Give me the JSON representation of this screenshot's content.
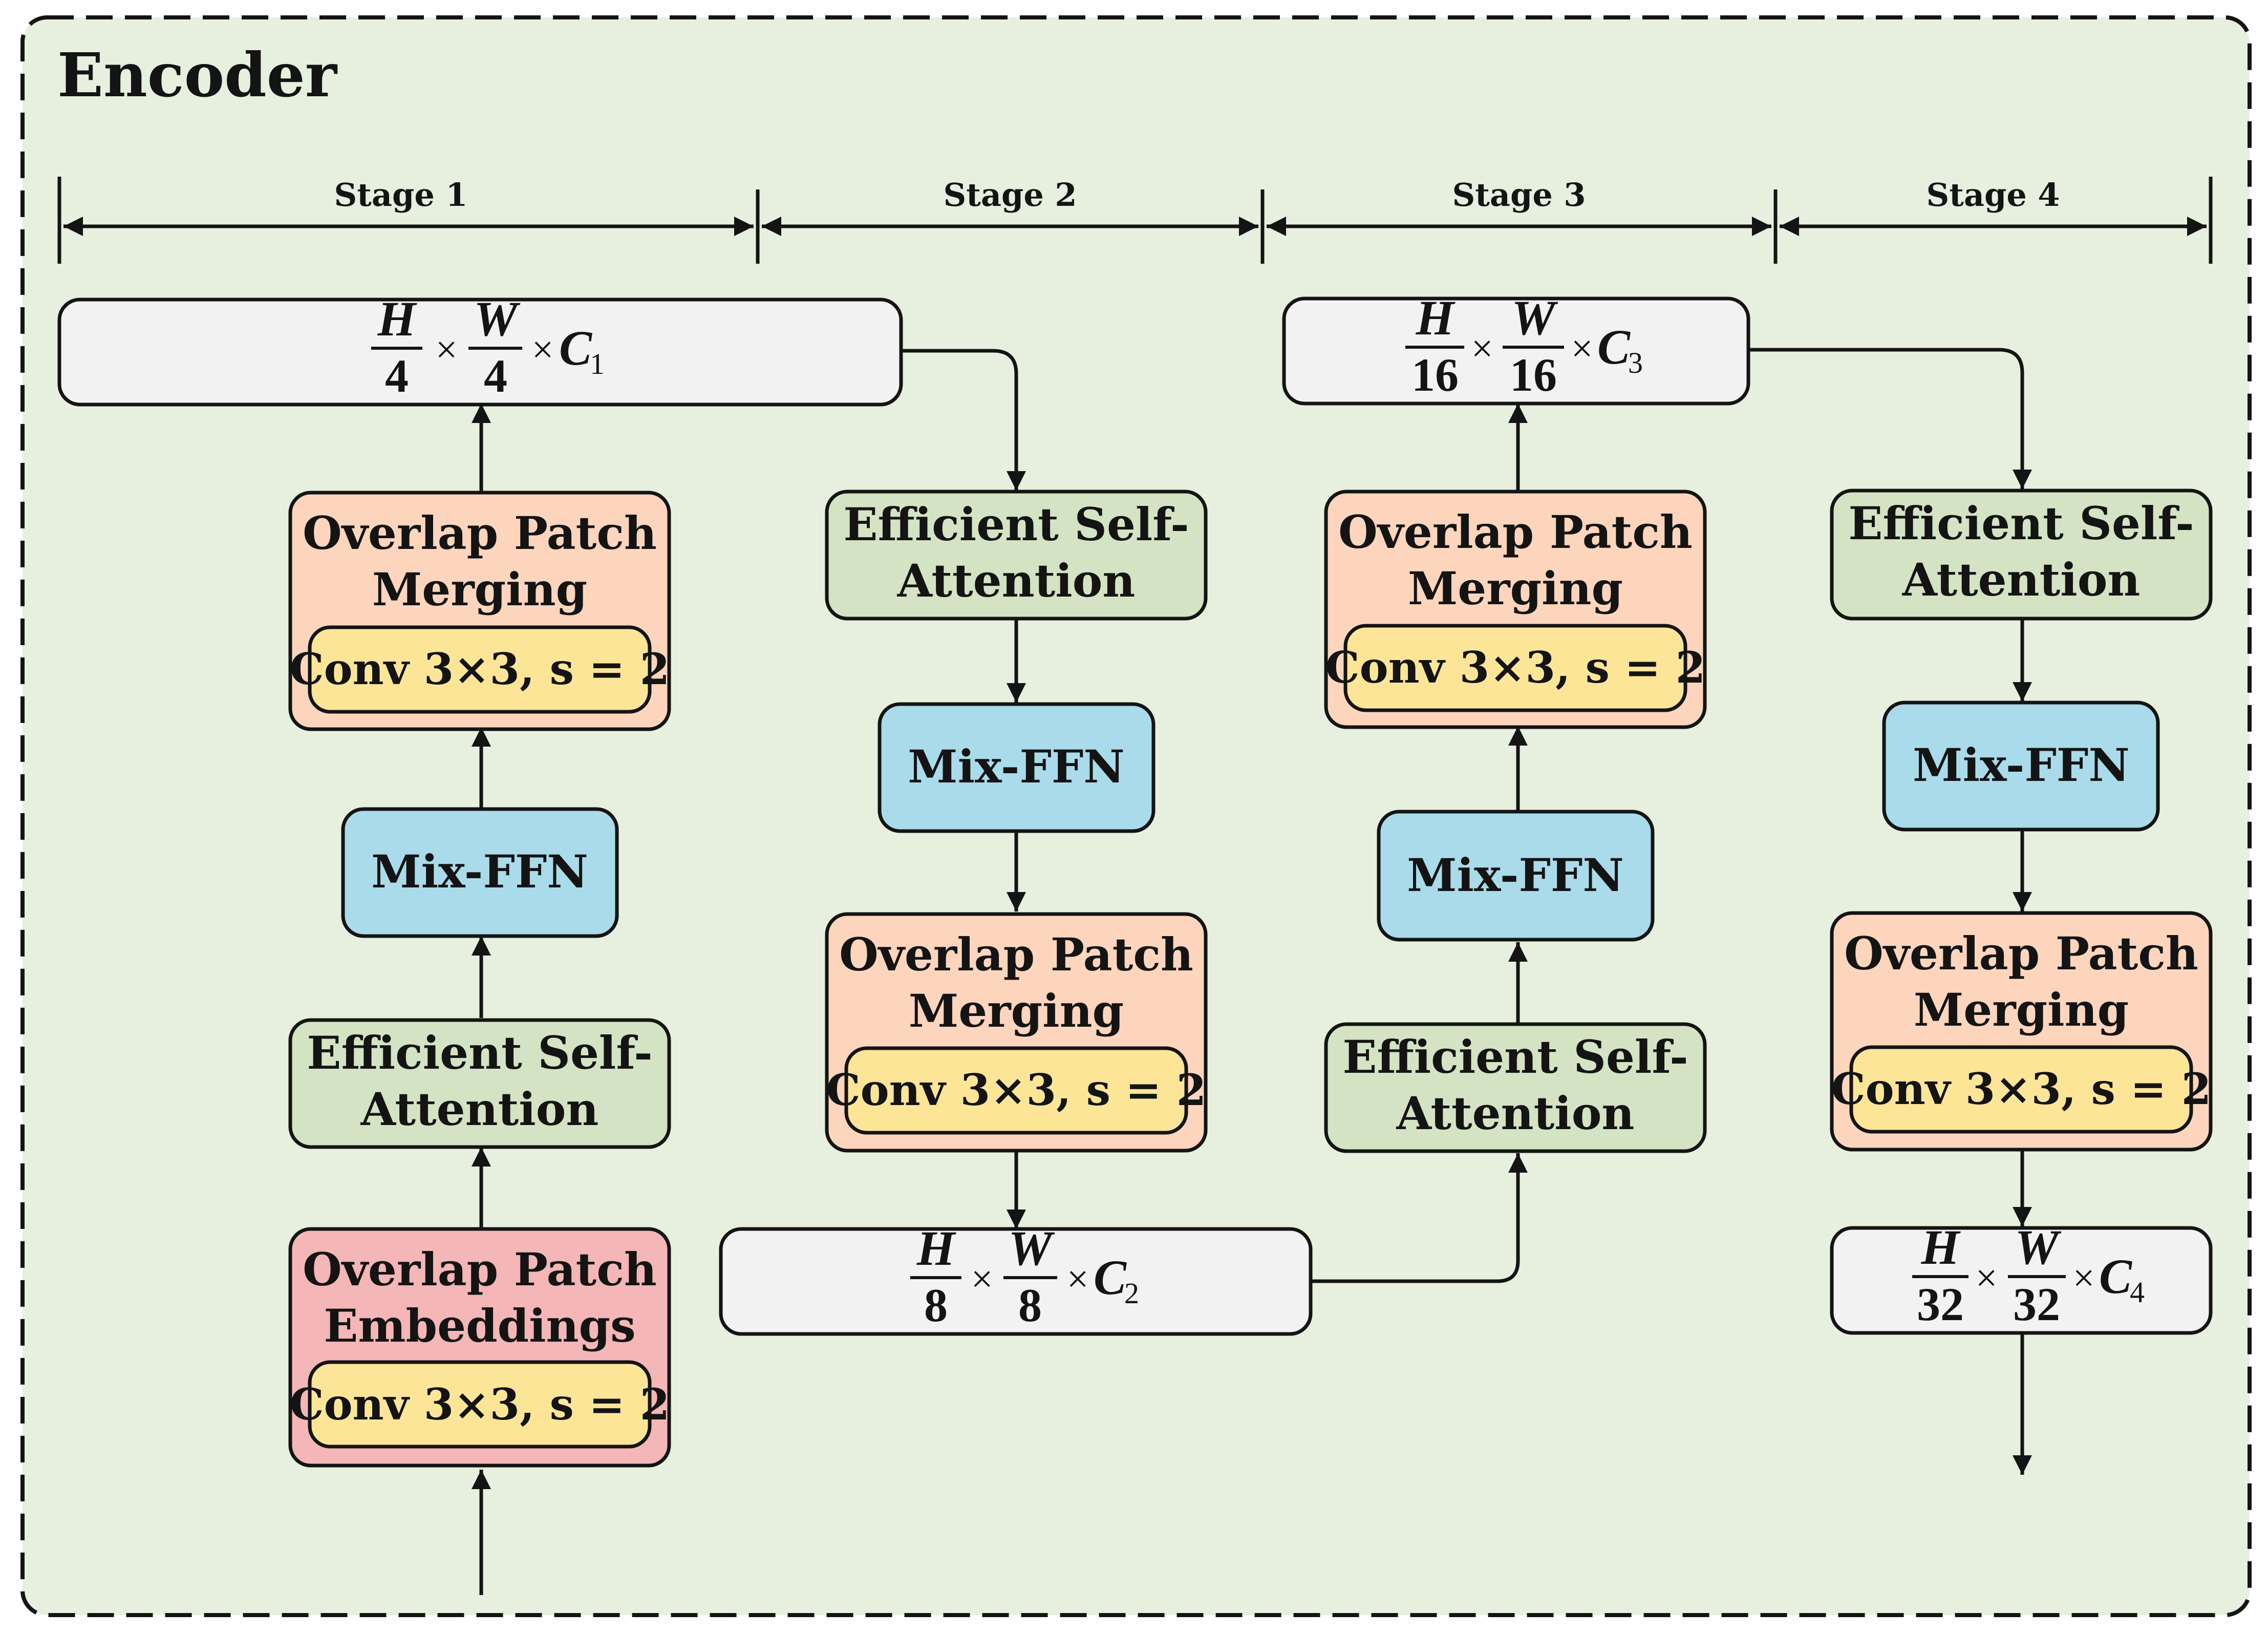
{
  "encoder": {
    "title": "Encoder",
    "stages": [
      "Stage 1",
      "Stage 2",
      "Stage 3",
      "Stage 4"
    ]
  },
  "blocks": {
    "opm_label": "Overlap Patch",
    "opm_label_2": "Merging",
    "ope_label": "Overlap Patch",
    "ope_label_2": "Embeddings",
    "conv_label": "Conv 3×3, s = 2",
    "esa_label": "Efficient Self-",
    "esa_label_2": "Attention",
    "ffn_label": "Mix-FFN"
  },
  "outputs": [
    {
      "h": "H",
      "w": "W",
      "den": "4",
      "c": "C",
      "sub": "1"
    },
    {
      "h": "H",
      "w": "W",
      "den": "8",
      "c": "C",
      "sub": "2"
    },
    {
      "h": "H",
      "w": "W",
      "den": "16",
      "c": "C",
      "sub": "3"
    },
    {
      "h": "H",
      "w": "W",
      "den": "32",
      "c": "C",
      "sub": "4"
    }
  ],
  "symbols": {
    "times": "×"
  },
  "colors": {
    "panel": "#e7efdf",
    "opm": "#fdd5bd",
    "ope": "#f4b6b6",
    "conv": "#fde598",
    "esa": "#d4e3c3",
    "ffn": "#a9dbea",
    "output": "#f2f2f2",
    "stroke": "#141414"
  }
}
